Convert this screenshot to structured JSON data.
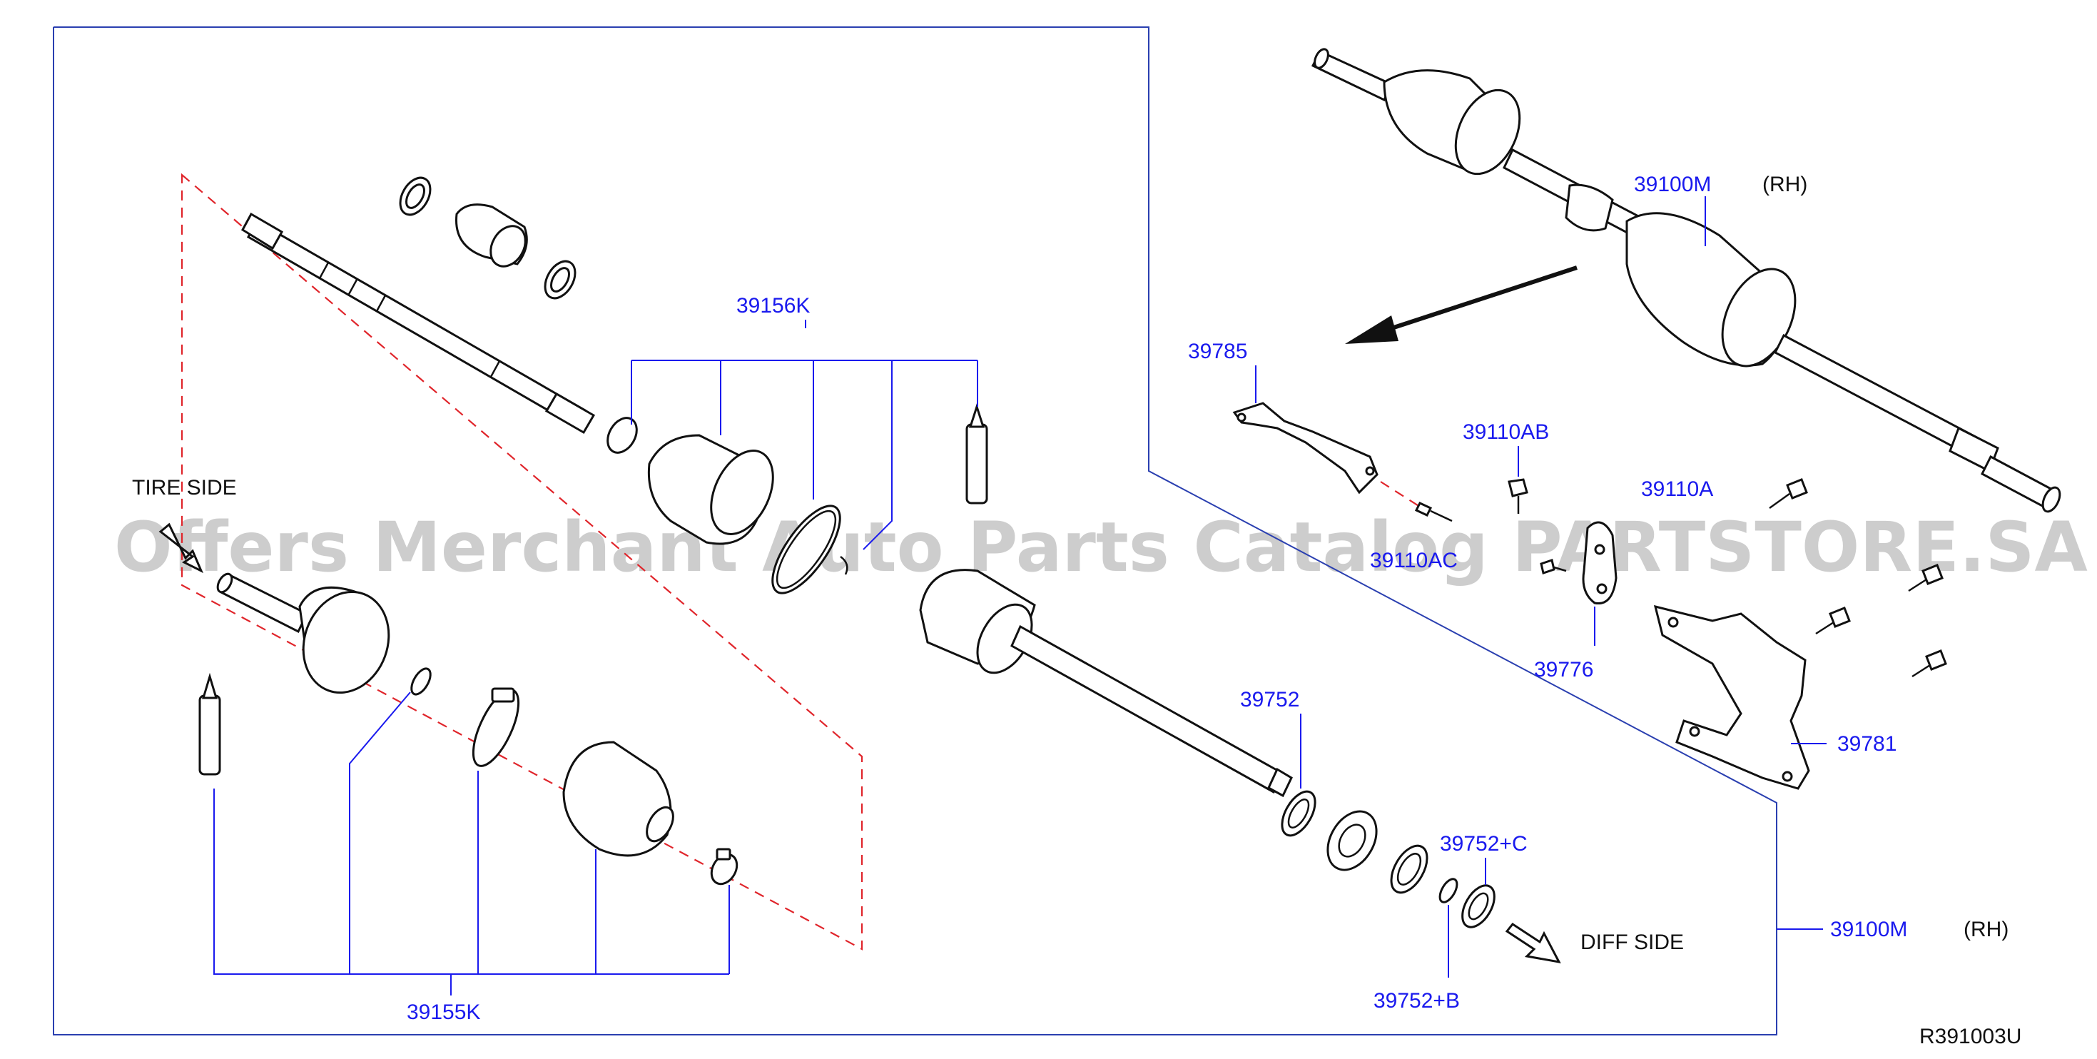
{
  "labels": {
    "p39156K": "39156K",
    "p39155K": "39155K",
    "p39785": "39785",
    "p39110AB": "39110AB",
    "p39110A": "39110A",
    "p39110AC": "39110AC",
    "p39776": "39776",
    "p39781": "39781",
    "p39752": "39752",
    "p39752C": "39752+C",
    "p39752B": "39752+B",
    "p39100M_top": "39100M",
    "p39100M_bottom": "39100M",
    "rh_top": "(RH)",
    "rh_bottom": "(RH)",
    "tire_side": "TIRE   SIDE",
    "diff_side": "DIFF   SIDE",
    "ref_code": "R391003U"
  },
  "watermark": "Offers Merchant Auto Parts Catalog PARTSTORE.SA",
  "colors": {
    "part_label": "#1a1aee",
    "text": "#111111",
    "frame": "#2a3fb0",
    "dashed_outline": "#e0252b",
    "watermark": "#bdbdbd"
  }
}
